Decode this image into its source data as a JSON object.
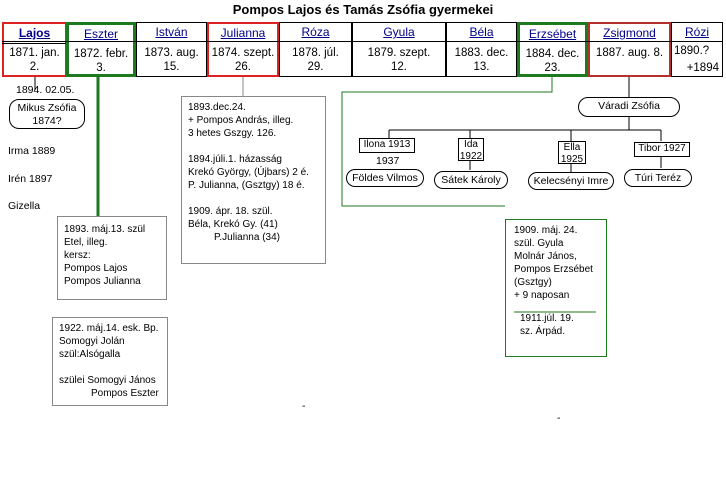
{
  "title": "Pompos Lajos és Tamás Zsófia gyermekei",
  "children": [
    {
      "name": "Lajos",
      "date1": "1871. jan.",
      "date2": "2."
    },
    {
      "name": "Eszter",
      "date1": "1872. febr.",
      "date2": "3."
    },
    {
      "name": "István",
      "date1": "1873. aug.",
      "date2": "15."
    },
    {
      "name": "Julianna",
      "date1": "1874. szept.",
      "date2": "26."
    },
    {
      "name": "Róza",
      "date1": "1878. júl.",
      "date2": "29."
    },
    {
      "name": "Gyula",
      "date1": "1879. szept.",
      "date2": "12."
    },
    {
      "name": "Béla",
      "date1": "1883. dec.",
      "date2": "13."
    },
    {
      "name": "Erzsébet",
      "date1": "1884. dec.",
      "date2": "23."
    },
    {
      "name": "Zsigmond",
      "date1": "1887. aug. 8.",
      "date2": ""
    },
    {
      "name": "Rózi",
      "date1": "1890.?",
      "date2": "+1894"
    }
  ],
  "lajos": {
    "marriage": "1894. 02.05.",
    "spouse_line1": "Mikus Zsófia",
    "spouse_line2": "1874?",
    "kids": [
      "Irma 1889",
      "Irén 1897",
      "Gizella"
    ]
  },
  "eszter_box1": [
    "1893. máj.13. szül",
    "Etel, illeg.",
    "kersz:",
    "Pompos Lajos",
    "Pompos Julianna"
  ],
  "eszter_box2": [
    "1922. máj.14. esk. Bp.",
    "Somogyi Jolán",
    "szül:Alsógalla",
    "",
    "szülei Somogyi János",
    "        Pompos Eszter"
  ],
  "julianna_box": [
    "1893.dec.24.",
    "+ Pompos András, illeg.",
    "3 hetes Gszgy. 126.",
    "",
    "1894.júli.1. házasság",
    "Krekó György, (Újbars) 2 é.",
    "P. Julianna, (Gsztgy) 18 é.",
    "",
    "1909. ápr. 18. szül.",
    "Béla, Krekó Gy. (41)",
    "         P.Julianna (34)"
  ],
  "zsigmond": {
    "spouse": "Váradi Zsófia",
    "kids": [
      {
        "name": "Ilona 1913",
        "extra": "1937",
        "spouse": "Földes  Vilmos"
      },
      {
        "name": "Ida",
        "extra": "1922",
        "spouse": "Sátek Károly"
      },
      {
        "name": "Ella",
        "extra": "1925",
        "spouse": "Kelecsényi Imre"
      },
      {
        "name": "Tibor 1927",
        "extra": "",
        "spouse": "Túri Teréz"
      }
    ]
  },
  "erzsebet_box": [
    "1909. máj. 24.",
    "szül. Gyula",
    "Molnár János,",
    "Pompos Erzsébet",
    "(Gsztgy)",
    "+ 9 naposan",
    "",
    "1911.júl. 19.",
    "sz. Árpád."
  ],
  "marks": [
    "-",
    "-"
  ]
}
